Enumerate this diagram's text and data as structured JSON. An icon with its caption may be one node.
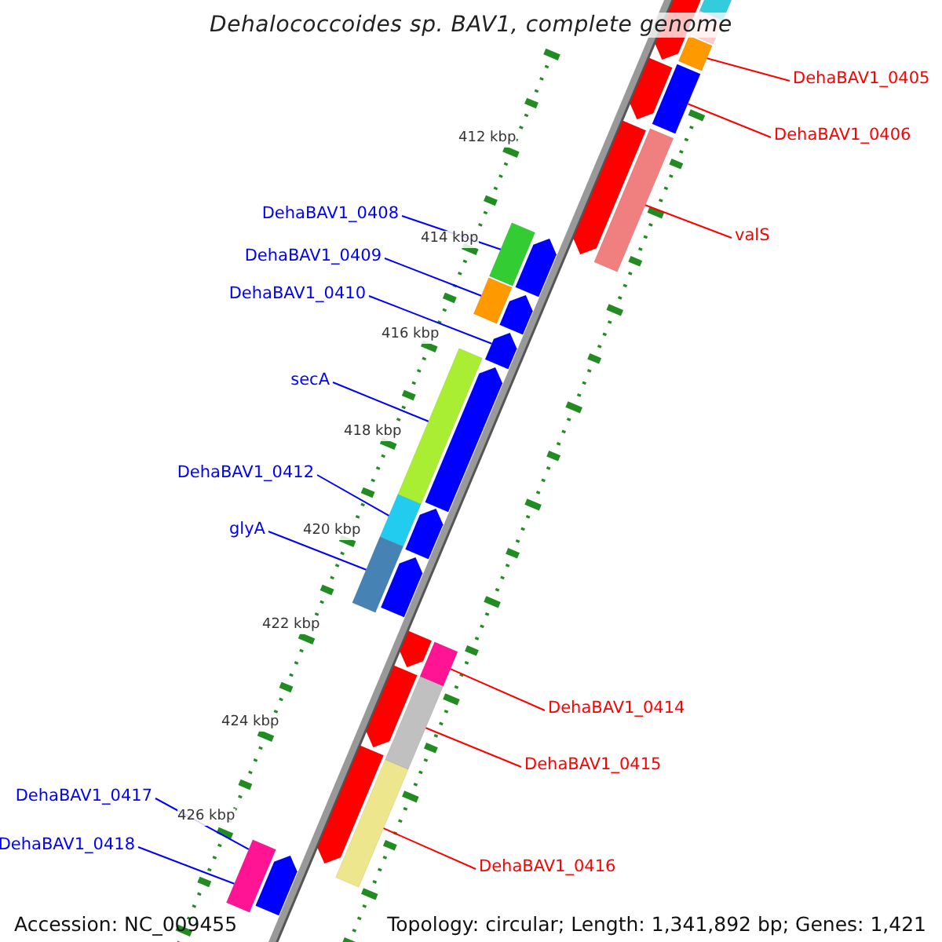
{
  "diagram": {
    "title": "Dehalococcoides sp. BAV1, complete genome",
    "nodes": [
      {
        "text": [
          "DehaBAV1_0405"
        ]
      },
      {
        "text": [
          "DehaBAV1_0406"
        ]
      },
      {
        "text": [
          "valS"
        ]
      },
      {
        "text": [
          "DehaBAV1_0408"
        ]
      },
      {
        "text": [
          "DehaBAV1_0409"
        ]
      },
      {
        "text": [
          "DehaBAV1_0410"
        ]
      },
      {
        "text": [
          "secA"
        ]
      },
      {
        "text": [
          "DehaBAV1_0412"
        ]
      },
      {
        "text": [
          "glyA"
        ]
      },
      {
        "text": [
          "DehaBAV1_0414"
        ]
      },
      {
        "text": [
          "DehaBAV1_0415"
        ]
      },
      {
        "text": [
          "DehaBAV1_0416"
        ]
      },
      {
        "text": [
          "DehaBAV1_0417"
        ]
      },
      {
        "text": [
          "DehaBAV1_0418"
        ]
      },
      {
        "text": [],
        "shape": "bar"
      },
      {
        "text": [],
        "shape": "bar"
      },
      {
        "text": [],
        "shape": "bar"
      },
      {
        "text": [],
        "shape": "bar"
      },
      {
        "text": [],
        "shape": "bar"
      },
      {
        "text": [],
        "shape": "bar"
      },
      {
        "text": [],
        "shape": "bar"
      },
      {
        "text": [],
        "shape": "bar"
      },
      {
        "text": [],
        "shape": "bar"
      },
      {
        "text": [],
        "shape": "bar"
      },
      {
        "text": [],
        "shape": "bar"
      },
      {
        "text": [],
        "shape": "bar"
      },
      {
        "text": [],
        "shape": "bar"
      },
      {
        "text": [],
        "shape": "bar"
      },
      {
        "text": [],
        "shape": "bar"
      },
      {
        "text": [],
        "shape": "bar"
      },
      {
        "text": [],
        "shape": "bar"
      },
      {
        "text": [],
        "shape": "bar"
      },
      {
        "text": [],
        "shape": "bar"
      },
      {
        "text": [],
        "shape": "bar"
      },
      {
        "text": [],
        "shape": "bar"
      },
      {
        "text": [],
        "shape": "bar"
      },
      {
        "text": [],
        "shape": "bar"
      },
      {
        "text": [],
        "shape": "bar"
      },
      {
        "text": [],
        "shape": "bar"
      },
      {
        "text": [],
        "shape": "bar"
      },
      {
        "text": [],
        "shape": "bar"
      }
    ],
    "edges": [
      {
        "from": 0,
        "to": 17,
        "arrow": "none",
        "color": "#ff0000"
      },
      {
        "from": 1,
        "to": 19,
        "arrow": "none",
        "color": "#ff0000"
      },
      {
        "from": 2,
        "to": 21,
        "arrow": "none",
        "color": "#ff0000"
      },
      {
        "from": 3,
        "to": 22,
        "arrow": "none"
      },
      {
        "from": 4,
        "to": 24,
        "arrow": "none"
      },
      {
        "from": 5,
        "to": 26,
        "arrow": "none"
      },
      {
        "from": 6,
        "to": 27,
        "arrow": "none"
      },
      {
        "from": 7,
        "to": 29,
        "arrow": "none"
      },
      {
        "from": 8,
        "to": 31,
        "arrow": "none"
      },
      {
        "from": 9,
        "to": 34,
        "arrow": "none",
        "color": "#ff0000"
      },
      {
        "from": 10,
        "to": 36,
        "arrow": "none",
        "color": "#ff0000"
      },
      {
        "from": 11,
        "to": 38,
        "arrow": "none",
        "color": "#ff0000"
      },
      {
        "from": 12,
        "to": 39,
        "arrow": "none"
      },
      {
        "from": 13,
        "to": 39,
        "arrow": "none"
      }
    ],
    "labels": [
      "412 kbp",
      "414 kbp",
      "416 kbp",
      "418 kbp",
      "420 kbp",
      "422 kbp",
      "424 kbp",
      "426 kbp",
      "Accession: NC_009455",
      "Topology: circular; Length: 1,341,892 bp; Genes: 1,421"
    ]
  }
}
